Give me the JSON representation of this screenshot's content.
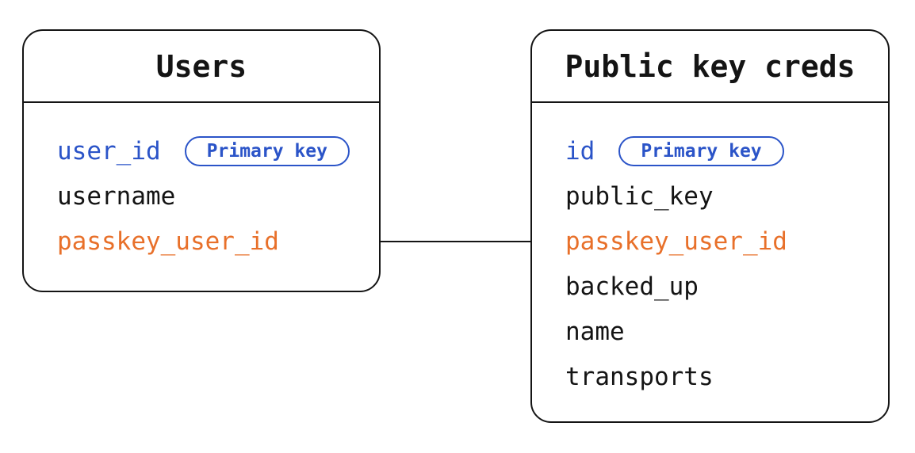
{
  "diagram": {
    "type": "entity-relationship",
    "colors": {
      "primary_key_blue": "#2b54c8",
      "link_field_orange": "#e8702a",
      "ink": "#141414",
      "background": "#ffffff"
    },
    "tables": [
      {
        "title": "Users",
        "fields": [
          {
            "label": "user_id",
            "badge": "Primary key",
            "role": "primary-key"
          },
          {
            "label": "username",
            "role": "column"
          },
          {
            "label": "passkey_user_id",
            "role": "link-field"
          }
        ]
      },
      {
        "title": "Public key creds",
        "fields": [
          {
            "label": "id",
            "badge": "Primary key",
            "role": "primary-key"
          },
          {
            "label": "public_key",
            "role": "column"
          },
          {
            "label": "passkey_user_id",
            "role": "link-field"
          },
          {
            "label": "backed_up",
            "role": "column"
          },
          {
            "label": "name",
            "role": "column"
          },
          {
            "label": "transports",
            "role": "column"
          }
        ]
      }
    ],
    "relation": {
      "from": "Users.passkey_user_id",
      "to": "Public key creds.passkey_user_id"
    }
  }
}
